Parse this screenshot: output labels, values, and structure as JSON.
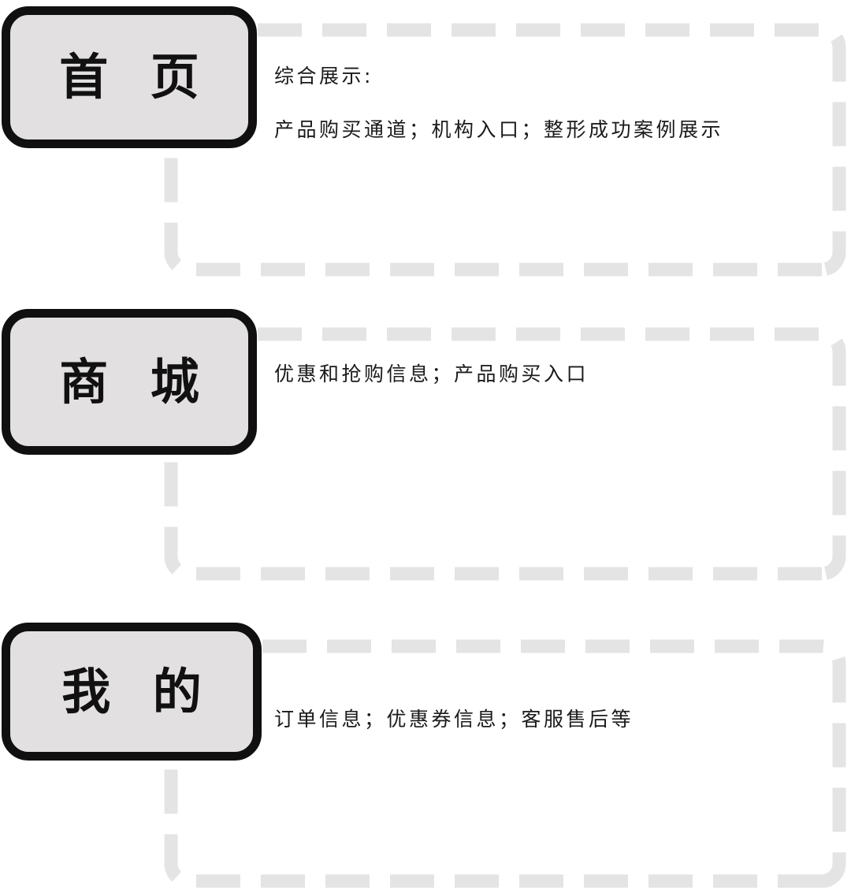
{
  "diagram": {
    "type": "flow-structure-outline",
    "background_color": "#ffffff",
    "card_fill_color": "#e3e0e1",
    "card_border_color": "#101010",
    "connector_color": "#e4e4e4",
    "text_color": "#1a1a1a",
    "nodes": [
      {
        "id": "home",
        "label": "首 页",
        "description_lines": [
          "综合展示:",
          "产品购买通道；机构入口；整形成功案例展示"
        ]
      },
      {
        "id": "mall",
        "label": "商 城",
        "description_lines": [
          "优惠和抢购信息；产品购买入口"
        ]
      },
      {
        "id": "mine",
        "label": "我 的",
        "description_lines": [
          "订单信息；优惠券信息；客服售后等"
        ]
      }
    ]
  }
}
